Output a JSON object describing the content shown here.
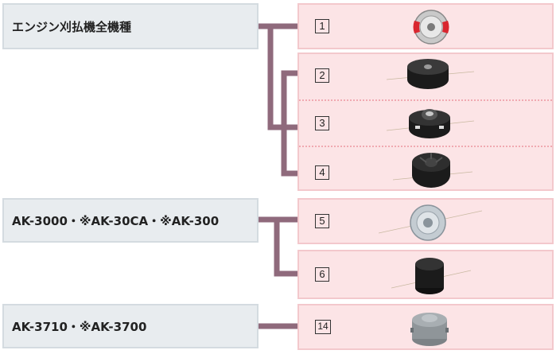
{
  "colors": {
    "connector": "#8f6a7c",
    "group_fill": "#e8ecef",
    "panel_fill": "#fce4e6",
    "divider": "#f0a9b1"
  },
  "groups": [
    {
      "label": "エンジン刈払機全機種",
      "items": [
        "1",
        "2",
        "3",
        "4"
      ]
    },
    {
      "label": "AK-3000・※AK-30CA・※AK-300",
      "items": [
        "5",
        "6"
      ]
    },
    {
      "label": "AK-3710・※AK-3700",
      "items": [
        "14"
      ]
    }
  ],
  "items": [
    {
      "number": "1",
      "icon": "red-clip-head-icon"
    },
    {
      "number": "2",
      "icon": "nylon-cutter-head-icon"
    },
    {
      "number": "3",
      "icon": "nylon-cutter-head-icon"
    },
    {
      "number": "4",
      "icon": "nylon-cutter-head-icon"
    },
    {
      "number": "5",
      "icon": "nylon-cutter-head-icon"
    },
    {
      "number": "6",
      "icon": "nylon-cutter-head-icon"
    },
    {
      "number": "14",
      "icon": "gray-cutter-head-icon"
    }
  ]
}
